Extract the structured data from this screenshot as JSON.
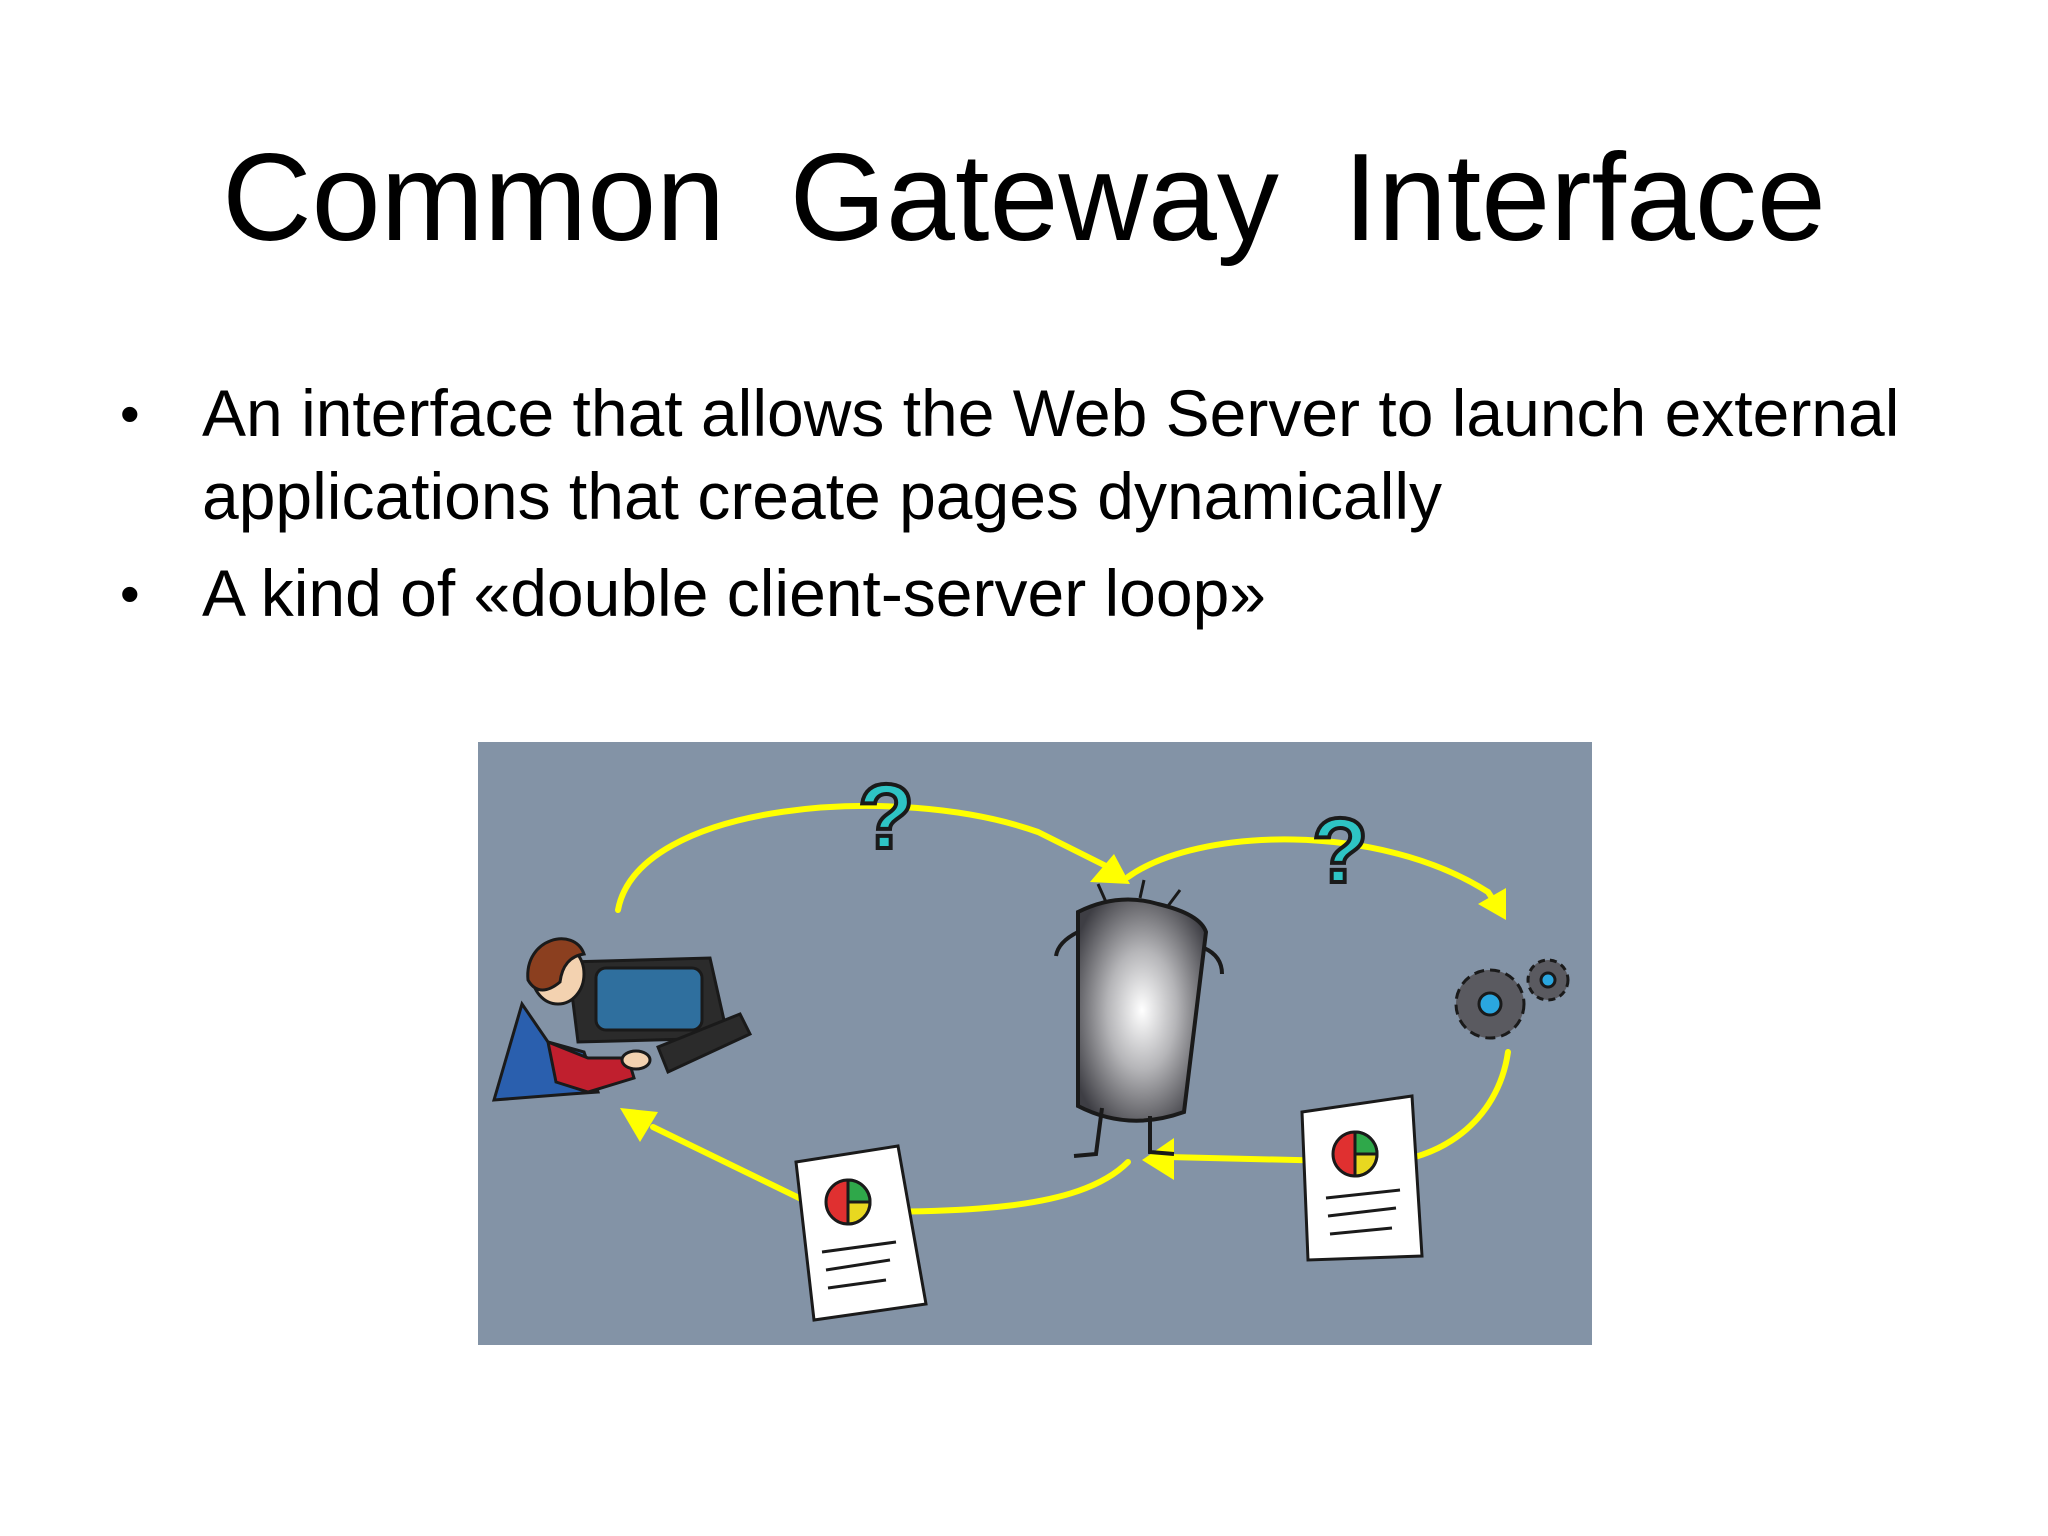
{
  "slide": {
    "title": "Common  Gateway  Interface",
    "bullets": [
      {
        "mark": "•",
        "text": "An interface that allows the Web Server to launch external applications that create pages dynamically"
      },
      {
        "mark": "•",
        "text": "A kind of «double client-server loop»"
      }
    ]
  },
  "illustration": {
    "background_color": "#8393a6",
    "arrow_color": "#ffff00",
    "question_mark": "?",
    "icons": [
      "user-at-computer-icon",
      "web-server-icon",
      "gears-icon",
      "document-icon",
      "question-mark-icon"
    ]
  }
}
